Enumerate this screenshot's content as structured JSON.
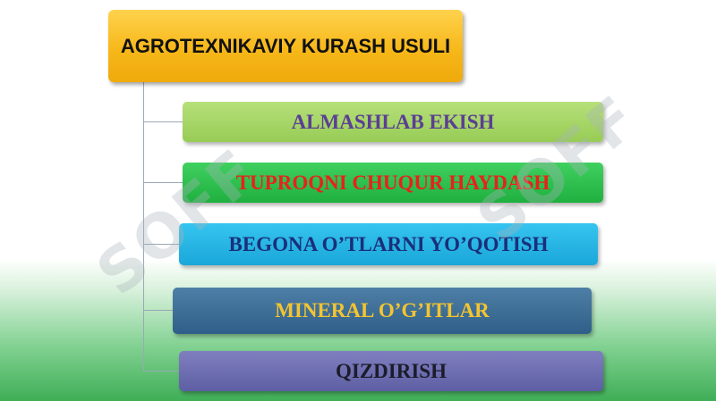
{
  "diagram": {
    "root": {
      "label": "AGROTEXNIKAVIY KURASH USULI",
      "color": "#f7b81a"
    },
    "items": [
      {
        "label": "ALMASHLAB EKISH",
        "text_color": "#5b3f93",
        "box_color": "#a7d868"
      },
      {
        "label": "TUPROQNI CHUQUR HAYDASH",
        "text_color": "#e8221a",
        "box_color": "#2cc04c"
      },
      {
        "label": "BEGONA O’TLARNI YO’QOTISH",
        "text_color": "#1a2f7a",
        "box_color": "#27b6e6"
      },
      {
        "label": "MINERAL O’G’ITLAR",
        "text_color": "#f4c430",
        "box_color": "#3e6f98"
      },
      {
        "label": "QIZDIRISH",
        "text_color": "#1c1c2a",
        "box_color": "#6d6db3"
      }
    ]
  },
  "watermark": {
    "text": "SOFF"
  }
}
